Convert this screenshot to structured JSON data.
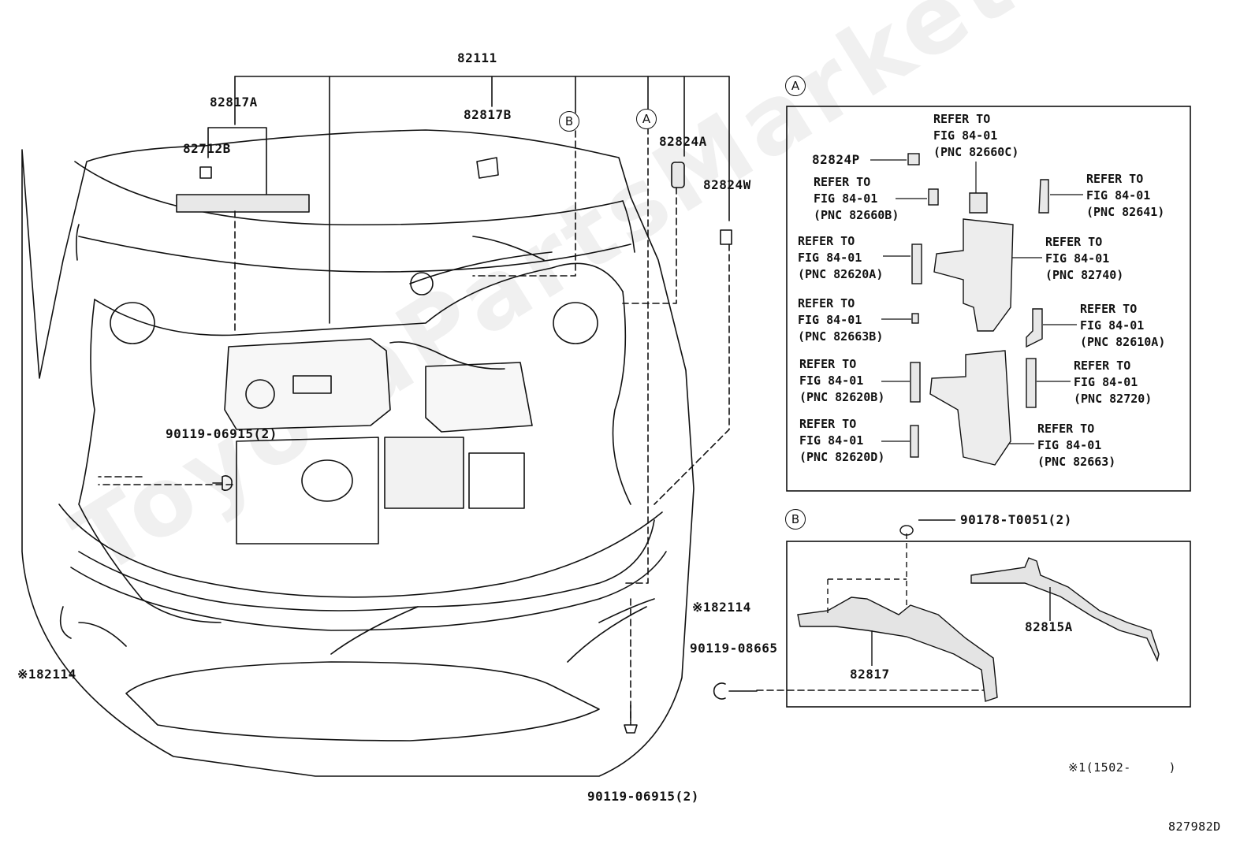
{
  "diagram_code": "827982D",
  "watermark": "ToyotaPartsMarket.ru",
  "main": {
    "top_part": "82111",
    "labels": {
      "p82817A": "82817A",
      "p82712B": "82712B",
      "p82817B": "82817B",
      "p82824A": "82824A",
      "p82824W": "82824W",
      "bolt_left": "90119-06915(2)",
      "bolt_bottom": "90119-06915(2)",
      "bolt_right": "90119-08665",
      "p82114_right": "82114",
      "p82114_left": "82114",
      "note_mark": "※1"
    },
    "callouts": {
      "a": "A",
      "b": "B"
    }
  },
  "panel_a": {
    "title": "A",
    "part_82824P": "82824P",
    "refs": [
      {
        "l1": "REFER TO",
        "l2": "FIG 84-01",
        "l3": "(PNC 82660C)"
      },
      {
        "l1": "REFER TO",
        "l2": "FIG 84-01",
        "l3": "(PNC 82660B)"
      },
      {
        "l1": "REFER TO",
        "l2": "FIG 84-01",
        "l3": "(PNC 82641)"
      },
      {
        "l1": "REFER TO",
        "l2": "FIG 84-01",
        "l3": "(PNC 82620A)"
      },
      {
        "l1": "REFER TO",
        "l2": "FIG 84-01",
        "l3": "(PNC 82740)"
      },
      {
        "l1": "REFER TO",
        "l2": "FIG 84-01",
        "l3": "(PNC 82663B)"
      },
      {
        "l1": "REFER TO",
        "l2": "FIG 84-01",
        "l3": "(PNC 82610A)"
      },
      {
        "l1": "REFER TO",
        "l2": "FIG 84-01",
        "l3": "(PNC 82620B)"
      },
      {
        "l1": "REFER TO",
        "l2": "FIG 84-01",
        "l3": "(PNC 82720)"
      },
      {
        "l1": "REFER TO",
        "l2": "FIG 84-01",
        "l3": "(PNC 82620D)"
      },
      {
        "l1": "REFER TO",
        "l2": "FIG 84-01",
        "l3": "(PNC 82663)"
      }
    ]
  },
  "panel_b": {
    "title": "B",
    "clip": "90178-T0051(2)",
    "part_82817": "82817",
    "part_82815A": "82815A"
  },
  "footnote": "※1(1502-     )"
}
